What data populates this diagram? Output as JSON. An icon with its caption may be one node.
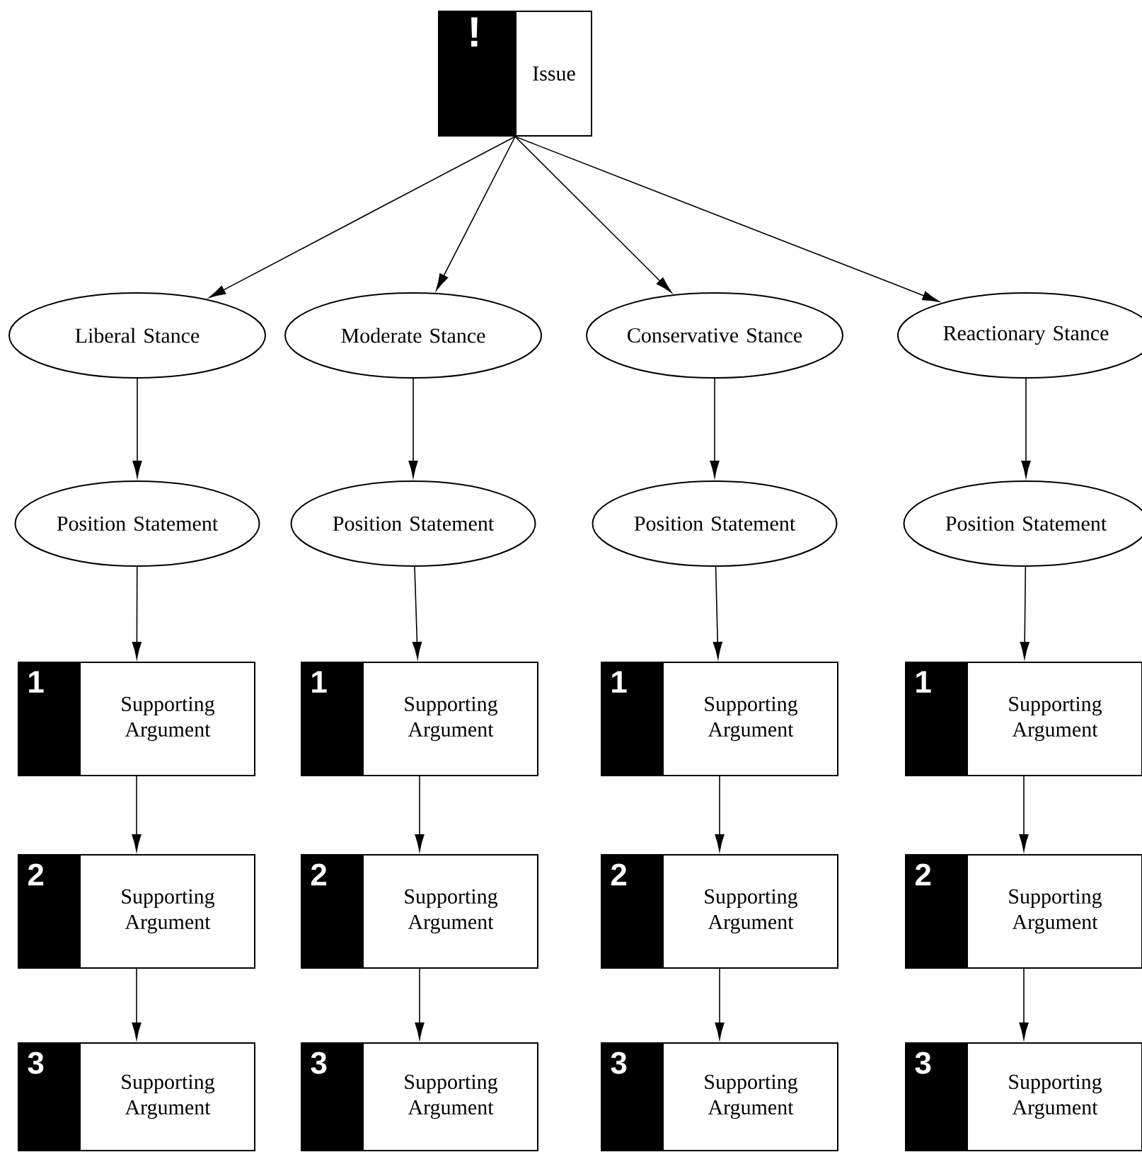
{
  "diagram": {
    "nodes": [
      {
        "text": [
          "!",
          "Issue"
        ]
      },
      {
        "text": [
          "Liberal Stance"
        ]
      },
      {
        "text": [
          "Moderate Stance"
        ]
      },
      {
        "text": [
          "Conservative Stance"
        ]
      },
      {
        "text": [
          "Reactionary Stance"
        ]
      },
      {
        "text": [
          "Position Statement"
        ]
      },
      {
        "text": [
          "Position Statement"
        ]
      },
      {
        "text": [
          "Position Statement"
        ]
      },
      {
        "text": [
          "Position Statement"
        ]
      },
      {
        "text": [
          "1",
          "Supporting Argument"
        ]
      },
      {
        "text": [
          "1",
          "Supporting Argument"
        ]
      },
      {
        "text": [
          "1",
          "Supporting Argument"
        ]
      },
      {
        "text": [
          "1",
          "Supporting Argument"
        ]
      },
      {
        "text": [
          "2",
          "Supporting Argument"
        ]
      },
      {
        "text": [
          "2",
          "Supporting Argument"
        ]
      },
      {
        "text": [
          "2",
          "Supporting Argument"
        ]
      },
      {
        "text": [
          "2",
          "Supporting Argument"
        ]
      },
      {
        "text": [
          "3",
          "Supporting Argument"
        ]
      },
      {
        "text": [
          "3",
          "Supporting Argument"
        ]
      },
      {
        "text": [
          "3",
          "Supporting Argument"
        ]
      },
      {
        "text": [
          "3",
          "Supporting Argument"
        ]
      }
    ],
    "edges": [
      {
        "from": 0,
        "to": 1,
        "arrow": "to"
      },
      {
        "from": 0,
        "to": 2,
        "arrow": "to"
      },
      {
        "from": 0,
        "to": 3,
        "arrow": "to"
      },
      {
        "from": 0,
        "to": 4,
        "arrow": "to"
      },
      {
        "from": 1,
        "to": 5,
        "arrow": "to"
      },
      {
        "from": 2,
        "to": 6,
        "arrow": "to"
      },
      {
        "from": 3,
        "to": 7,
        "arrow": "to"
      },
      {
        "from": 4,
        "to": 8,
        "arrow": "to"
      },
      {
        "from": 5,
        "to": 9,
        "arrow": "to"
      },
      {
        "from": 6,
        "to": 10,
        "arrow": "to"
      },
      {
        "from": 7,
        "to": 11,
        "arrow": "to"
      },
      {
        "from": 8,
        "to": 12,
        "arrow": "to"
      },
      {
        "from": 9,
        "to": 13,
        "arrow": "to"
      },
      {
        "from": 10,
        "to": 14,
        "arrow": "to"
      },
      {
        "from": 11,
        "to": 15,
        "arrow": "to"
      },
      {
        "from": 12,
        "to": 16,
        "arrow": "to"
      },
      {
        "from": 13,
        "to": 17,
        "arrow": "to"
      },
      {
        "from": 14,
        "to": 18,
        "arrow": "to"
      },
      {
        "from": 15,
        "to": 19,
        "arrow": "to"
      },
      {
        "from": 16,
        "to": 20,
        "arrow": "to"
      }
    ]
  }
}
